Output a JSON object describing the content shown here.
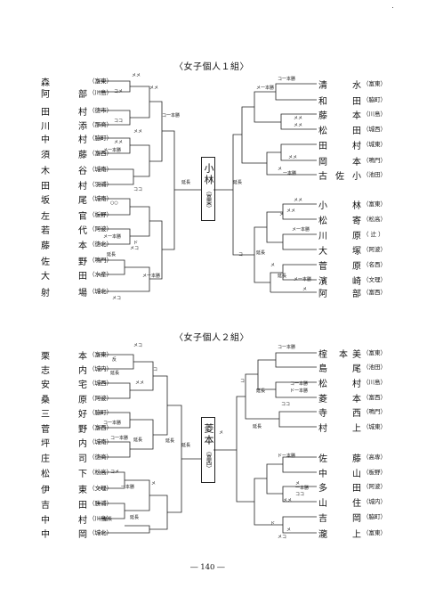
{
  "page_number": "― 140 ―",
  "brackets": [
    {
      "title": "〈女子個人１組〉",
      "left": [
        {
          "name": "森",
          "team": "（富東）"
        },
        {
          "name": "阿　部",
          "team": "（川島）"
        },
        {
          "name": "田　村",
          "team": "（徳市）"
        },
        {
          "name": "川　添",
          "team": "（那商）"
        },
        {
          "name": "中　村",
          "team": "（脇町）"
        },
        {
          "name": "須　藤",
          "team": "（富西）"
        },
        {
          "name": "木　谷",
          "team": "（城南）"
        },
        {
          "name": "田　村",
          "team": "（羽浦）"
        },
        {
          "name": "坂　尾",
          "team": "（城南）"
        },
        {
          "name": "左　官",
          "team": "（板野）"
        },
        {
          "name": "若　代",
          "team": "（阿波）"
        },
        {
          "name": "藤　本",
          "team": "（徳北）"
        },
        {
          "name": "佐　野",
          "team": "（鳴門）"
        },
        {
          "name": "大　田",
          "team": "（水産）"
        },
        {
          "name": "射　場",
          "team": "（城北）"
        }
      ],
      "right": [
        {
          "name": "清　水",
          "team": "（富東）"
        },
        {
          "name": "和　田",
          "team": "（脇町）"
        },
        {
          "name": "藤　本",
          "team": "（川島）"
        },
        {
          "name": "松　田",
          "team": "（城西）"
        },
        {
          "name": "田　村",
          "team": "（城東）"
        },
        {
          "name": "岡　本",
          "team": "（鳴門）"
        },
        {
          "name": "古佐小",
          "team": "（池田）"
        },
        {
          "name": "小　林",
          "team": "（富東）"
        },
        {
          "name": "松　寄",
          "team": "（松高）"
        },
        {
          "name": "川　原",
          "team": "（ 辻 ）"
        },
        {
          "name": "大　塚",
          "team": "（阿波）"
        },
        {
          "name": "菅　原",
          "team": "（名西）"
        },
        {
          "name": "濱　崎",
          "team": "（文理）"
        },
        {
          "name": "阿　部",
          "team": "（富西）"
        }
      ],
      "champion": {
        "name": "小林",
        "team": "（富東）"
      },
      "notes": [
        {
          "text": "メメ"
        },
        {
          "text": "メメ"
        },
        {
          "text": "コメ"
        },
        {
          "text": "メメ"
        },
        {
          "text": "ココ"
        },
        {
          "text": "コ一本勝"
        },
        {
          "text": "メメ"
        },
        {
          "text": "メ一本勝"
        },
        {
          "text": "ココ"
        },
        {
          "text": "○○"
        },
        {
          "text": "メ一本勝"
        },
        {
          "text": "ド"
        },
        {
          "text": "延長"
        },
        {
          "text": "メコ"
        },
        {
          "text": "メ一本勝"
        },
        {
          "text": "メコ"
        },
        {
          "text": "延長"
        },
        {
          "text": "延長"
        },
        {
          "text": "コ一本勝"
        },
        {
          "text": "メ一本勝"
        },
        {
          "text": "メメ"
        },
        {
          "text": "メメ"
        },
        {
          "text": "メメ"
        },
        {
          "text": "メ"
        },
        {
          "text": "一本勝"
        },
        {
          "text": "メメ"
        },
        {
          "text": "メ"
        },
        {
          "text": "メメ"
        },
        {
          "text": "メ一本勝"
        },
        {
          "text": "延長"
        },
        {
          "text": "メ"
        },
        {
          "text": "延長"
        },
        {
          "text": "メ一本勝"
        },
        {
          "text": "コ"
        },
        {
          "text": "メ"
        }
      ]
    },
    {
      "title": "〈女子個人２組〉",
      "left": [
        {
          "name": "栗　本",
          "team": "（富東）"
        },
        {
          "name": "志　内",
          "team": "（城内）"
        },
        {
          "name": "安　宅",
          "team": "（城西）"
        },
        {
          "name": "桑　原",
          "team": "（阿波）"
        },
        {
          "name": "三　好",
          "team": "（脇町）"
        },
        {
          "name": "菅　野",
          "team": "（富西）"
        },
        {
          "name": "坪　内",
          "team": "（城南）"
        },
        {
          "name": "庄　司",
          "team": "（徳商）"
        },
        {
          "name": "松　下",
          "team": "（松高）"
        },
        {
          "name": "伊　東",
          "team": "（文理）"
        },
        {
          "name": "吉　田",
          "team": "（勝浦）"
        },
        {
          "name": "中　村",
          "team": "（川島）"
        },
        {
          "name": "中　岡",
          "team": "（城北）"
        }
      ],
      "right": [
        {
          "name": "榁 本美",
          "team": "（富東）"
        },
        {
          "name": "島　尾",
          "team": "（池田）"
        },
        {
          "name": "松　村",
          "team": "（川島）"
        },
        {
          "name": "菱　本",
          "team": "（富西）"
        },
        {
          "name": "寺　西",
          "team": "（鳴門）"
        },
        {
          "name": "村　上",
          "team": "（城東）"
        },
        {
          "name": "佐　藤",
          "team": "（高専）"
        },
        {
          "name": "中　山",
          "team": "（板野）"
        },
        {
          "name": "多　田",
          "team": "（阿波）"
        },
        {
          "name": "山　住",
          "team": "（城内）"
        },
        {
          "name": "吉　岡",
          "team": "（脇町）"
        },
        {
          "name": "瀧　上",
          "team": "（富東）"
        }
      ],
      "champion": {
        "name": "菱本",
        "team": "（富西）"
      },
      "notes": [
        {
          "text": "メコ"
        },
        {
          "text": "反"
        },
        {
          "text": "延長"
        },
        {
          "text": "メメ"
        },
        {
          "text": "コ"
        },
        {
          "text": "コ一本勝"
        },
        {
          "text": "コ一本勝"
        },
        {
          "text": "延長"
        },
        {
          "text": "延長"
        },
        {
          "text": "延長"
        },
        {
          "text": "コメ"
        },
        {
          "text": "一本勝"
        },
        {
          "text": "メ"
        },
        {
          "text": "延長"
        },
        {
          "text": "延長"
        },
        {
          "text": "コ一本勝"
        },
        {
          "text": "コ"
        },
        {
          "text": "延長"
        },
        {
          "text": "コ一本勝"
        },
        {
          "text": "ド一本勝"
        },
        {
          "text": "ココ"
        },
        {
          "text": "メ"
        },
        {
          "text": "延長"
        },
        {
          "text": "ドー本勝"
        },
        {
          "text": "メ"
        },
        {
          "text": "一本勝"
        },
        {
          "text": "ココ"
        },
        {
          "text": "メメ"
        },
        {
          "text": "ド"
        },
        {
          "text": "メコ"
        },
        {
          "text": "メ"
        }
      ]
    }
  ]
}
